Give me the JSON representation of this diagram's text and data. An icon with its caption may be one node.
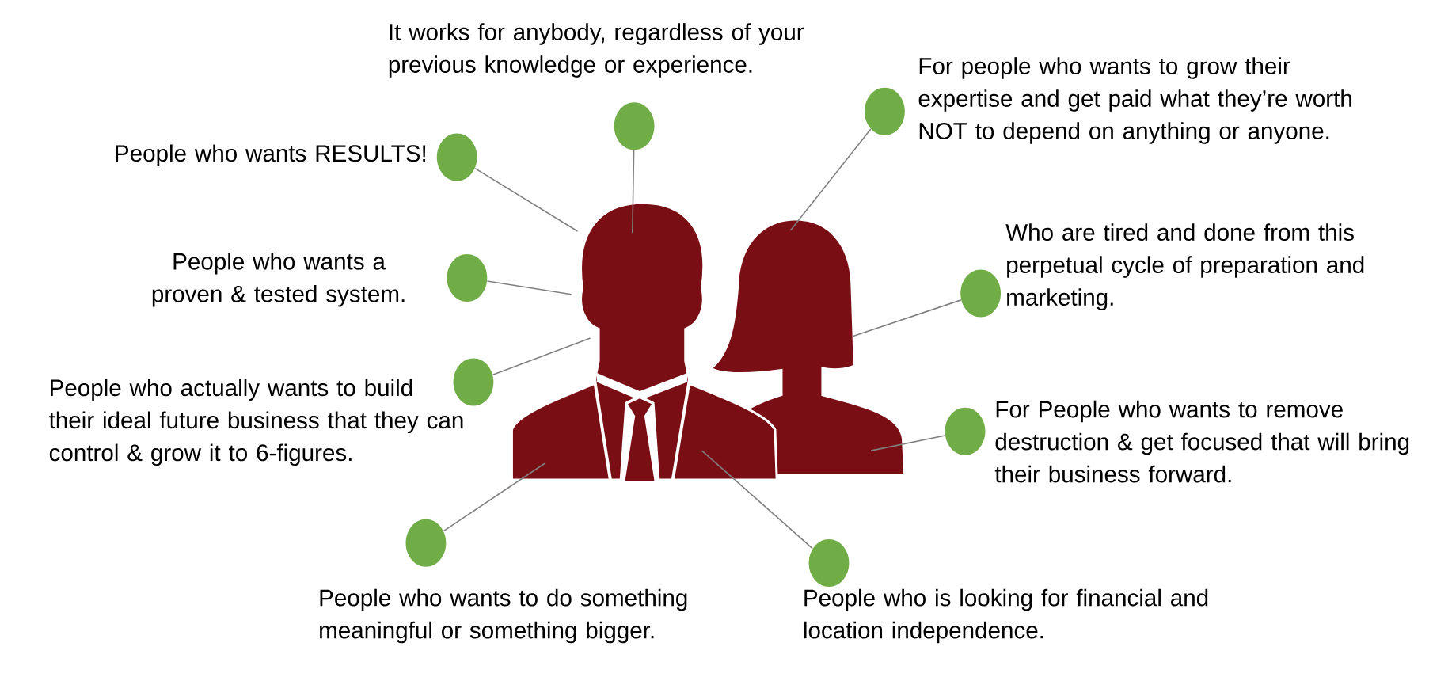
{
  "diagram": {
    "nodes": [
      {
        "text": [],
        "shape": "circle",
        "beside": [
          "People who wants RESULTS!"
        ]
      },
      {
        "text": [],
        "shape": "circle",
        "beside": [
          "It works for anybody, regardless of your previous knowledge or experience."
        ]
      },
      {
        "text": [],
        "shape": "circle",
        "beside": [
          "For people who wants to grow their expertise and get paid what they’re worth NOT to depend on anything or anyone."
        ]
      },
      {
        "text": [],
        "shape": "circle",
        "beside": [
          "People who wants a proven & tested system."
        ]
      },
      {
        "text": [],
        "shape": "circle",
        "beside": [
          "Who are tired and done from this perpetual cycle of preparation and marketing."
        ]
      },
      {
        "text": [],
        "shape": "circle",
        "beside": [
          "People who actually wants to build their ideal future business that they can control & grow it to 6-figures."
        ]
      },
      {
        "text": [],
        "shape": "circle",
        "beside": [
          "For People who wants to remove destruction & get focused that will bring their business forward."
        ]
      },
      {
        "text": [],
        "shape": "circle",
        "beside": [
          "People who wants to do something meaningful or something bigger."
        ]
      },
      {
        "text": [],
        "shape": "circle",
        "beside": [
          "People who is looking for financial and location independence."
        ]
      },
      {
        "text": [],
        "shape": "person"
      },
      {
        "text": [],
        "shape": "person"
      }
    ],
    "edges": [
      {
        "from": 0,
        "to": 9,
        "arrow": "none"
      },
      {
        "from": 1,
        "to": 9,
        "arrow": "none"
      },
      {
        "from": 2,
        "to": 10,
        "arrow": "none"
      },
      {
        "from": 3,
        "to": 9,
        "arrow": "none"
      },
      {
        "from": 4,
        "to": 10,
        "arrow": "none"
      },
      {
        "from": 5,
        "to": 9,
        "arrow": "none"
      },
      {
        "from": 6,
        "to": 10,
        "arrow": "none"
      },
      {
        "from": 7,
        "to": 9,
        "arrow": "none"
      },
      {
        "from": 8,
        "to": 9,
        "arrow": "none"
      }
    ]
  }
}
